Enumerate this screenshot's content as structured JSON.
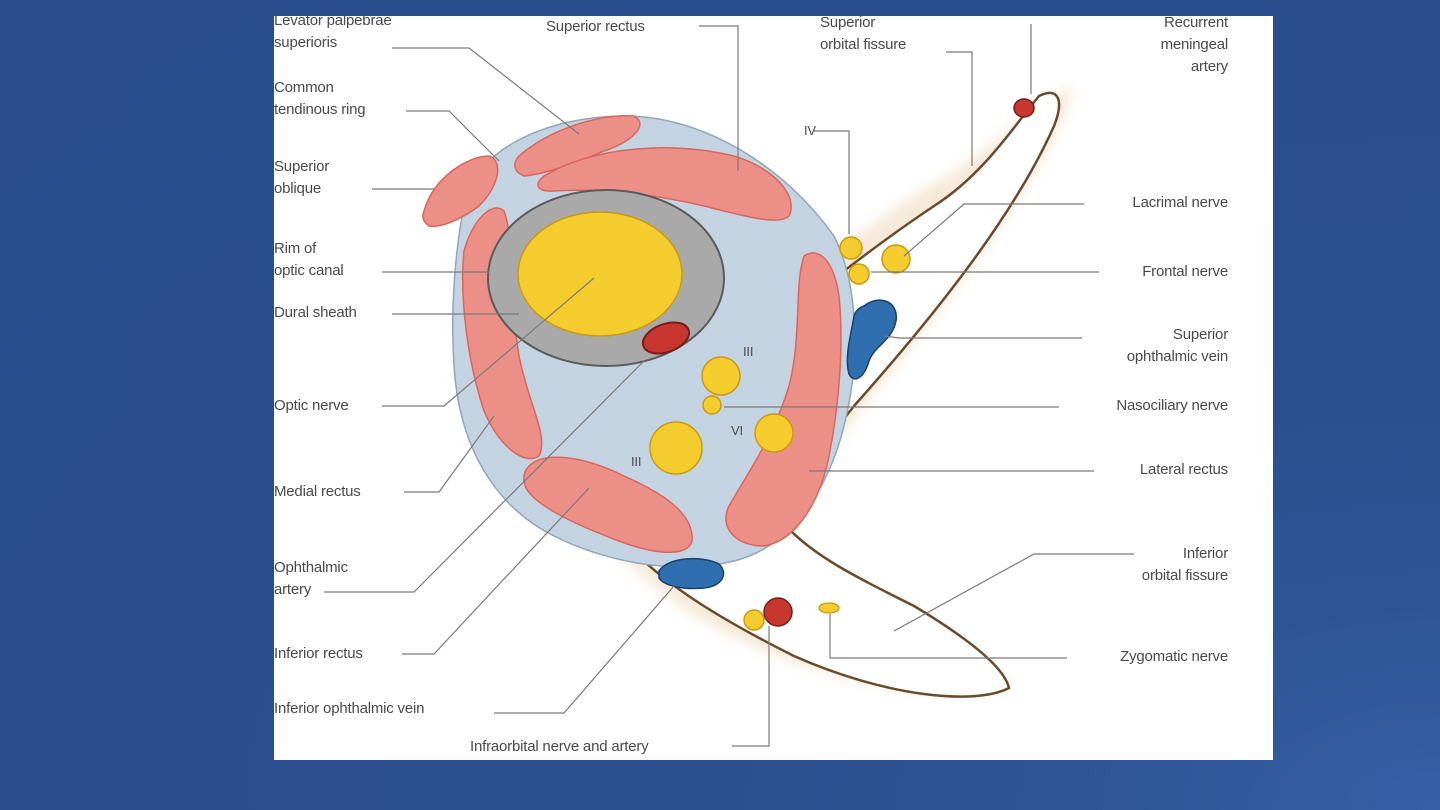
{
  "diagram": {
    "labels": {
      "levator": "Levator palpebrae\nsuperioris",
      "superior_rectus": "Superior rectus",
      "superior_orbital_fissure": "Superior\norbital fissure",
      "recurrent_meningeal": "Recurrent\nmeningeal\nartery",
      "common_ring": "Common\ntendinous ring",
      "superior_oblique": "Superior\noblique",
      "rim_optic_canal": "Rim of\noptic canal",
      "dural_sheath": "Dural sheath",
      "optic_nerve": "Optic nerve",
      "medial_rectus": "Medial  rectus",
      "ophthalmic_artery": "Ophthalmic\nartery",
      "inferior_rectus": "Inferior rectus",
      "inferior_ophthalmic_vein": "Inferior ophthalmic vein",
      "infraorbital": "Infraorbital nerve and artery",
      "lacrimal_nerve": "Lacrimal nerve",
      "frontal_nerve": "Frontal nerve",
      "superior_ophthalmic_vein": "Superior\nophthalmic vein",
      "nasociliary_nerve": "Nasociliary nerve",
      "lateral_rectus": "Lateral rectus",
      "inferior_orbital_fissure": "Inferior\norbital fissure",
      "zygomatic_nerve": "Zygomatic nerve",
      "iv": "IV",
      "iii": "III",
      "vi": "VI",
      "iii_lower": "III"
    },
    "colors": {
      "muscle": "#ec8f86",
      "muscle_dark": "#d9665d",
      "nerve": "#f5cc2e",
      "nerve_outline": "#c99a10",
      "vein": "#2f6fb0",
      "artery": "#c7372f",
      "sheath": "#a9a9a9",
      "ring": "#b4c8da"
    }
  }
}
